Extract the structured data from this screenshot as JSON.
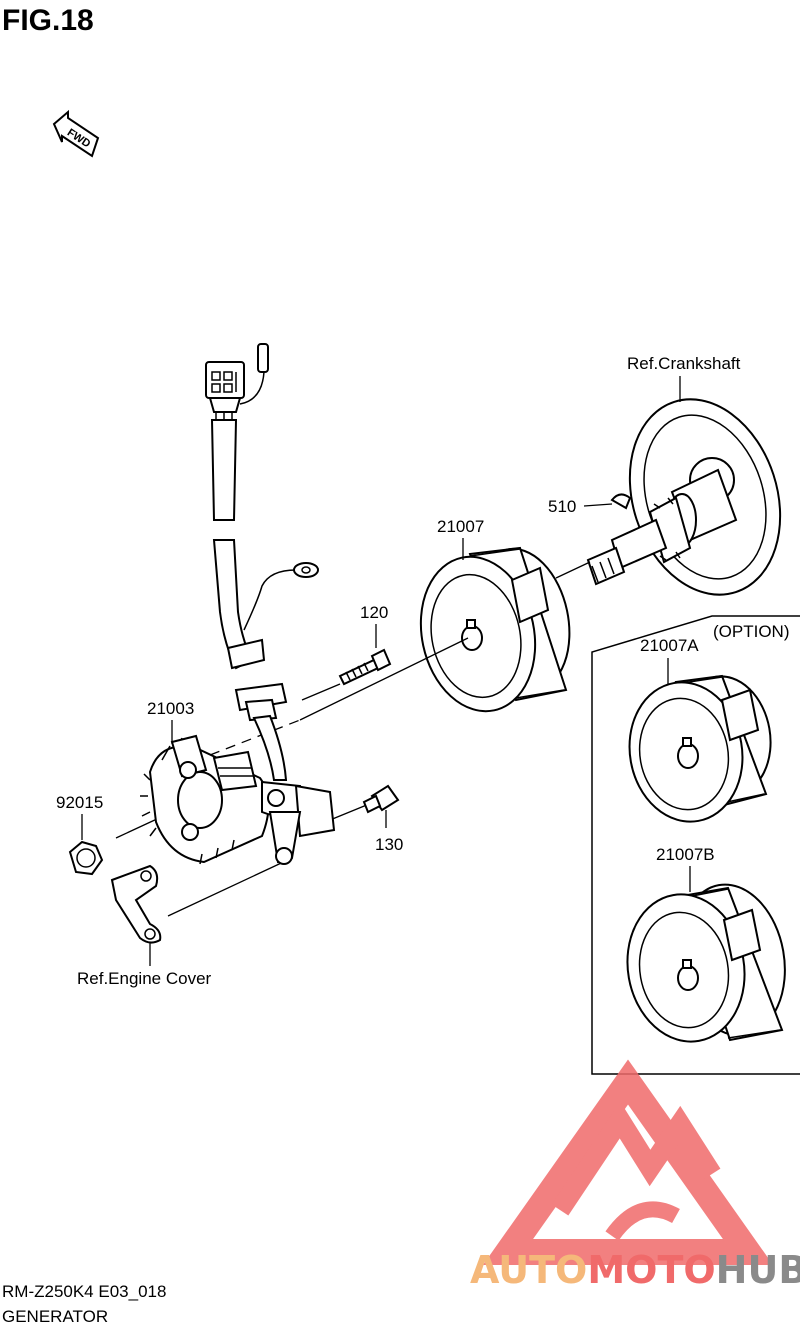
{
  "figure_title": "FIG.18",
  "fwd_label": "FWD",
  "labels": {
    "ref_crankshaft": "Ref.Crankshaft",
    "p510": "510",
    "p21007": "21007",
    "p120": "120",
    "p21003": "21003",
    "p92015": "92015",
    "p130": "130",
    "ref_engine_cover": "Ref.Engine Cover",
    "option": "(OPTION)",
    "p21007a": "21007A",
    "p21007b": "21007B"
  },
  "footer": {
    "model": "RM-Z250K4 E03_018",
    "section": "GENERATOR"
  },
  "watermark": {
    "part1": "AUTO",
    "part2": "MOTO",
    "part3": "HUB",
    "color_orange": "#f5b87a",
    "color_red": "#f06a6a",
    "color_gray": "#8a8a8a"
  }
}
